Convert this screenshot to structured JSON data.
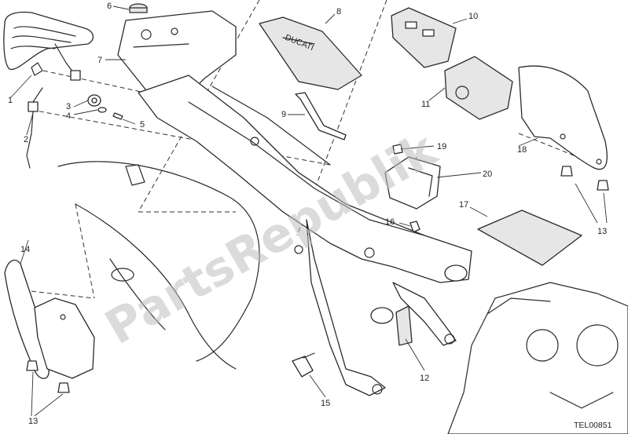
{
  "diagram": {
    "drawing_code": "TEL00851",
    "watermark": "PartsRepublik",
    "callouts": [
      "1",
      "2",
      "3",
      "4",
      "5",
      "6",
      "7",
      "8",
      "9",
      "10",
      "11",
      "12",
      "13",
      "13",
      "14",
      "15",
      "16",
      "17",
      "18",
      "19",
      "20"
    ]
  }
}
